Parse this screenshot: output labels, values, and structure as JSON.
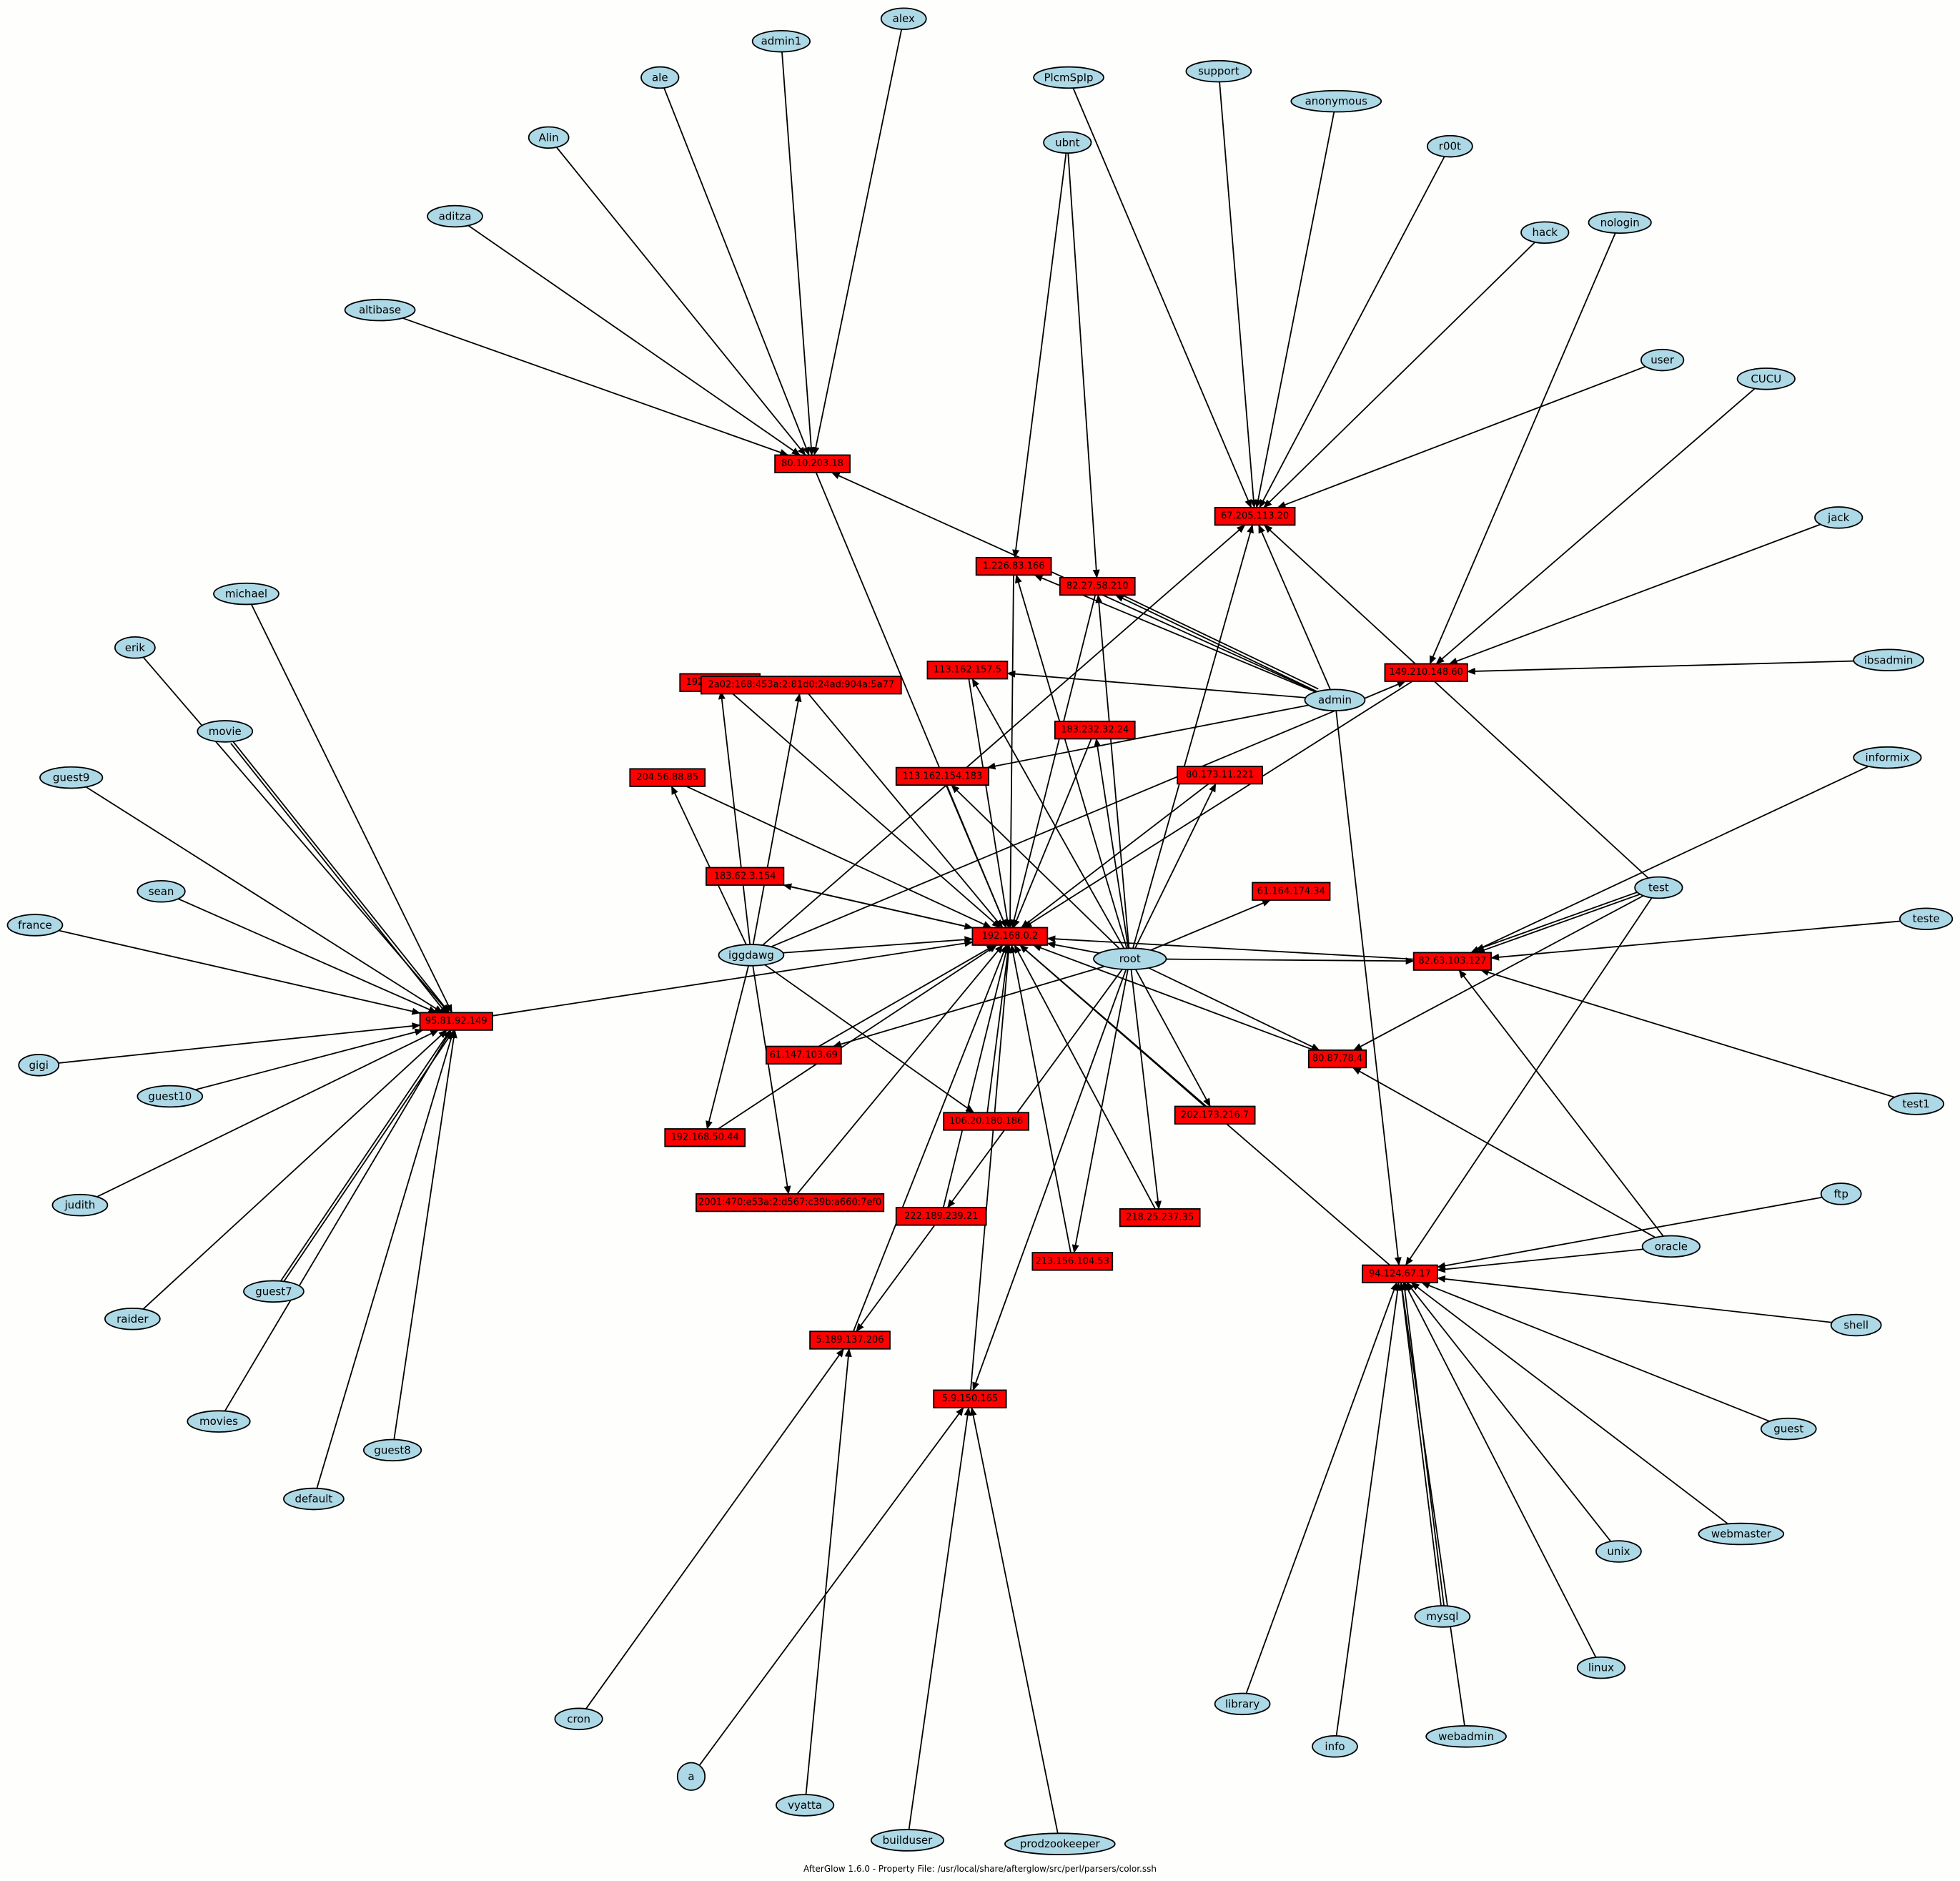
{
  "footer": "AfterGlow 1.6.0 - Property File: /usr/local/share/afterglow/src/perl/parsers/color.ssh",
  "colors": {
    "user_fill": "#add8e6",
    "ip_fill": "#ff0000",
    "edge": "#000000",
    "background": "#fefefd"
  },
  "ip_nodes": [
    {
      "id": "i_192_168_0_2",
      "label": "192.168.0.2"
    },
    {
      "id": "i_95",
      "label": "95.81.92.149"
    },
    {
      "id": "i_94",
      "label": "94.124.67.17"
    },
    {
      "id": "i_80_10",
      "label": "80.10.203.18"
    },
    {
      "id": "i_67",
      "label": "67.205.113.20"
    },
    {
      "id": "i_149",
      "label": "149.210.148.60"
    },
    {
      "id": "i_1_226",
      "label": "1.226.83.166"
    },
    {
      "id": "i_82_27",
      "label": "82.27.58.210"
    },
    {
      "id": "i_113_162",
      "label": "113.162.157.5"
    },
    {
      "id": "i_192_50_47",
      "label": "192.168.50.47"
    },
    {
      "id": "i_ipv6a",
      "label": "2a02:168:453a:2:81d0:24ad:904a:5a77"
    },
    {
      "id": "i_204",
      "label": "204.56.88.85"
    },
    {
      "id": "i_183_232",
      "label": "183.232.32.24"
    },
    {
      "id": "i_113_154",
      "label": "113.162.154.183"
    },
    {
      "id": "i_80_173",
      "label": "80.173.11.221"
    },
    {
      "id": "i_183_62",
      "label": "183.62.3.154"
    },
    {
      "id": "i_61_164",
      "label": "61.164.174.34"
    },
    {
      "id": "i_82_63",
      "label": "82.63.103.127"
    },
    {
      "id": "i_61_147",
      "label": "61.147.103.69"
    },
    {
      "id": "i_80_87",
      "label": "80.87.78.4"
    },
    {
      "id": "i_202",
      "label": "202.173.216.7"
    },
    {
      "id": "i_192_50_44",
      "label": "192.168.50.44"
    },
    {
      "id": "i_106",
      "label": "106.20.180.186"
    },
    {
      "id": "i_ipv6b",
      "label": "2001:470:e53a:2:d567:c39b:a660:7ef0"
    },
    {
      "id": "i_222",
      "label": "222.189.239.21"
    },
    {
      "id": "i_218",
      "label": "218.25.237.35"
    },
    {
      "id": "i_213",
      "label": "213.156.104.53"
    },
    {
      "id": "i_5_189",
      "label": "5.189.137.206"
    },
    {
      "id": "i_5_9",
      "label": "5.9.150.165"
    }
  ],
  "user_nodes": [
    {
      "id": "u_alex",
      "label": "alex"
    },
    {
      "id": "u_admin1",
      "label": "admin1"
    },
    {
      "id": "u_ale",
      "label": "ale"
    },
    {
      "id": "u_alin",
      "label": "Alin"
    },
    {
      "id": "u_aditza",
      "label": "aditza"
    },
    {
      "id": "u_altibase",
      "label": "altibase"
    },
    {
      "id": "u_plcm",
      "label": "PlcmSpIp"
    },
    {
      "id": "u_support",
      "label": "support"
    },
    {
      "id": "u_anonymous",
      "label": "anonymous"
    },
    {
      "id": "u_r00t",
      "label": "r00t"
    },
    {
      "id": "u_ubnt",
      "label": "ubnt"
    },
    {
      "id": "u_hack",
      "label": "hack"
    },
    {
      "id": "u_nologin",
      "label": "nologin"
    },
    {
      "id": "u_user",
      "label": "user"
    },
    {
      "id": "u_cucu",
      "label": "CUCU"
    },
    {
      "id": "u_jack",
      "label": "jack"
    },
    {
      "id": "u_ibsadmin",
      "label": "ibsadmin"
    },
    {
      "id": "u_admin",
      "label": "admin"
    },
    {
      "id": "u_informix",
      "label": "informix"
    },
    {
      "id": "u_test",
      "label": "test"
    },
    {
      "id": "u_teste",
      "label": "teste"
    },
    {
      "id": "u_test1",
      "label": "test1"
    },
    {
      "id": "u_ftp",
      "label": "ftp"
    },
    {
      "id": "u_oracle",
      "label": "oracle"
    },
    {
      "id": "u_shell",
      "label": "shell"
    },
    {
      "id": "u_guest",
      "label": "guest"
    },
    {
      "id": "u_webmaster",
      "label": "webmaster"
    },
    {
      "id": "u_unix",
      "label": "unix"
    },
    {
      "id": "u_mysql",
      "label": "mysql"
    },
    {
      "id": "u_linux",
      "label": "linux"
    },
    {
      "id": "u_webadmin",
      "label": "webadmin"
    },
    {
      "id": "u_info",
      "label": "info"
    },
    {
      "id": "u_library",
      "label": "library"
    },
    {
      "id": "u_root",
      "label": "root"
    },
    {
      "id": "u_iggdawg",
      "label": "iggdawg"
    },
    {
      "id": "u_michael",
      "label": "michael"
    },
    {
      "id": "u_erik",
      "label": "erik"
    },
    {
      "id": "u_movie",
      "label": "movie"
    },
    {
      "id": "u_guest9",
      "label": "guest9"
    },
    {
      "id": "u_sean",
      "label": "sean"
    },
    {
      "id": "u_france",
      "label": "france"
    },
    {
      "id": "u_gigi",
      "label": "gigi"
    },
    {
      "id": "u_guest10",
      "label": "guest10"
    },
    {
      "id": "u_judith",
      "label": "judith"
    },
    {
      "id": "u_raider",
      "label": "raider"
    },
    {
      "id": "u_guest7",
      "label": "guest7"
    },
    {
      "id": "u_movies",
      "label": "movies"
    },
    {
      "id": "u_default",
      "label": "default"
    },
    {
      "id": "u_guest8",
      "label": "guest8"
    },
    {
      "id": "u_cron",
      "label": "cron"
    },
    {
      "id": "u_a",
      "label": "a"
    },
    {
      "id": "u_vyatta",
      "label": "vyatta"
    },
    {
      "id": "u_builduser",
      "label": "builduser"
    },
    {
      "id": "u_prodzookeeper",
      "label": "prodzookeeper"
    }
  ],
  "edges": [
    [
      "u_alex",
      "i_80_10"
    ],
    [
      "u_admin1",
      "i_80_10"
    ],
    [
      "u_ale",
      "i_80_10"
    ],
    [
      "u_alin",
      "i_80_10"
    ],
    [
      "u_aditza",
      "i_80_10"
    ],
    [
      "u_altibase",
      "i_80_10"
    ],
    [
      "u_plcm",
      "i_67"
    ],
    [
      "u_support",
      "i_67"
    ],
    [
      "u_anonymous",
      "i_67"
    ],
    [
      "u_r00t",
      "i_67"
    ],
    [
      "u_hack",
      "i_67"
    ],
    [
      "u_user",
      "i_67"
    ],
    [
      "u_admin",
      "i_67"
    ],
    [
      "u_root",
      "i_67"
    ],
    [
      "u_iggdawg",
      "i_67"
    ],
    [
      "u_test",
      "i_67"
    ],
    [
      "u_nologin",
      "i_149"
    ],
    [
      "u_cucu",
      "i_149"
    ],
    [
      "u_jack",
      "i_149"
    ],
    [
      "u_ibsadmin",
      "i_149"
    ],
    [
      "u_iggdawg",
      "i_149"
    ],
    [
      "u_ubnt",
      "i_1_226"
    ],
    [
      "u_ubnt",
      "i_82_27"
    ],
    [
      "u_admin",
      "i_1_226"
    ],
    [
      "u_admin",
      "i_82_27"
    ],
    [
      "u_admin",
      "i_82_27"
    ],
    [
      "u_admin",
      "i_113_162"
    ],
    [
      "u_admin",
      "i_113_154"
    ],
    [
      "u_admin",
      "i_94"
    ],
    [
      "u_admin",
      "i_80_10"
    ],
    [
      "u_root",
      "i_1_226"
    ],
    [
      "u_root",
      "i_82_27"
    ],
    [
      "u_root",
      "i_113_162"
    ],
    [
      "u_root",
      "i_183_232"
    ],
    [
      "u_root",
      "i_113_154"
    ],
    [
      "u_root",
      "i_80_173"
    ],
    [
      "u_root",
      "i_61_164"
    ],
    [
      "u_root",
      "i_82_63"
    ],
    [
      "u_root",
      "i_80_87"
    ],
    [
      "u_root",
      "i_202"
    ],
    [
      "u_root",
      "i_218"
    ],
    [
      "u_root",
      "i_213"
    ],
    [
      "u_root",
      "i_5_9"
    ],
    [
      "u_root",
      "i_222"
    ],
    [
      "u_root",
      "i_61_147"
    ],
    [
      "u_root",
      "i_192_168_0_2"
    ],
    [
      "u_iggdawg",
      "i_192_50_47"
    ],
    [
      "u_iggdawg",
      "i_ipv6a"
    ],
    [
      "u_iggdawg",
      "i_204"
    ],
    [
      "u_iggdawg",
      "i_192_50_44"
    ],
    [
      "u_iggdawg",
      "i_106"
    ],
    [
      "u_iggdawg",
      "i_ipv6b"
    ],
    [
      "u_iggdawg",
      "i_192_168_0_2"
    ],
    [
      "i_183_62",
      "i_192_168_0_2"
    ],
    [
      "i_192_168_0_2",
      "i_183_62"
    ],
    [
      "i_95",
      "i_192_168_0_2"
    ],
    [
      "i_80_10",
      "i_192_168_0_2"
    ],
    [
      "i_1_226",
      "i_192_168_0_2"
    ],
    [
      "i_82_27",
      "i_192_168_0_2"
    ],
    [
      "i_113_162",
      "i_192_168_0_2"
    ],
    [
      "i_192_50_47",
      "i_192_168_0_2"
    ],
    [
      "i_ipv6a",
      "i_192_168_0_2"
    ],
    [
      "i_204",
      "i_192_168_0_2"
    ],
    [
      "i_183_232",
      "i_192_168_0_2"
    ],
    [
      "i_113_154",
      "i_192_168_0_2"
    ],
    [
      "i_80_173",
      "i_192_168_0_2"
    ],
    [
      "i_61_147",
      "i_192_168_0_2"
    ],
    [
      "i_192_50_44",
      "i_192_168_0_2"
    ],
    [
      "i_106",
      "i_192_168_0_2"
    ],
    [
      "i_ipv6b",
      "i_192_168_0_2"
    ],
    [
      "i_222",
      "i_192_168_0_2"
    ],
    [
      "i_218",
      "i_192_168_0_2"
    ],
    [
      "i_213",
      "i_192_168_0_2"
    ],
    [
      "i_5_189",
      "i_192_168_0_2"
    ],
    [
      "i_5_9",
      "i_192_168_0_2"
    ],
    [
      "i_202",
      "i_192_168_0_2"
    ],
    [
      "i_82_63",
      "i_192_168_0_2"
    ],
    [
      "i_80_87",
      "i_192_168_0_2"
    ],
    [
      "i_149",
      "i_192_168_0_2"
    ],
    [
      "i_94",
      "i_192_168_0_2"
    ],
    [
      "u_informix",
      "i_82_63"
    ],
    [
      "u_test",
      "i_82_63"
    ],
    [
      "u_test",
      "i_82_63"
    ],
    [
      "u_teste",
      "i_82_63"
    ],
    [
      "u_test1",
      "i_82_63"
    ],
    [
      "u_oracle",
      "i_82_63"
    ],
    [
      "u_test",
      "i_80_87"
    ],
    [
      "u_oracle",
      "i_80_87"
    ],
    [
      "u_test",
      "i_94"
    ],
    [
      "u_ftp",
      "i_94"
    ],
    [
      "u_oracle",
      "i_94"
    ],
    [
      "u_shell",
      "i_94"
    ],
    [
      "u_guest",
      "i_94"
    ],
    [
      "u_webmaster",
      "i_94"
    ],
    [
      "u_unix",
      "i_94"
    ],
    [
      "u_mysql",
      "i_94"
    ],
    [
      "u_mysql",
      "i_94"
    ],
    [
      "u_linux",
      "i_94"
    ],
    [
      "u_webadmin",
      "i_94"
    ],
    [
      "u_info",
      "i_94"
    ],
    [
      "u_library",
      "i_94"
    ],
    [
      "u_michael",
      "i_95"
    ],
    [
      "u_erik",
      "i_95"
    ],
    [
      "u_movie",
      "i_95"
    ],
    [
      "u_movie",
      "i_95"
    ],
    [
      "u_guest9",
      "i_95"
    ],
    [
      "u_sean",
      "i_95"
    ],
    [
      "u_france",
      "i_95"
    ],
    [
      "u_gigi",
      "i_95"
    ],
    [
      "u_guest10",
      "i_95"
    ],
    [
      "u_judith",
      "i_95"
    ],
    [
      "u_raider",
      "i_95"
    ],
    [
      "u_guest7",
      "i_95"
    ],
    [
      "u_guest7",
      "i_95"
    ],
    [
      "u_movies",
      "i_95"
    ],
    [
      "u_default",
      "i_95"
    ],
    [
      "u_guest8",
      "i_95"
    ],
    [
      "u_cron",
      "i_5_189"
    ],
    [
      "i_222",
      "i_5_189"
    ],
    [
      "u_vyatta",
      "i_5_189"
    ],
    [
      "u_a",
      "i_5_9"
    ],
    [
      "u_builduser",
      "i_5_9"
    ],
    [
      "u_prodzookeeper",
      "i_5_9"
    ]
  ]
}
